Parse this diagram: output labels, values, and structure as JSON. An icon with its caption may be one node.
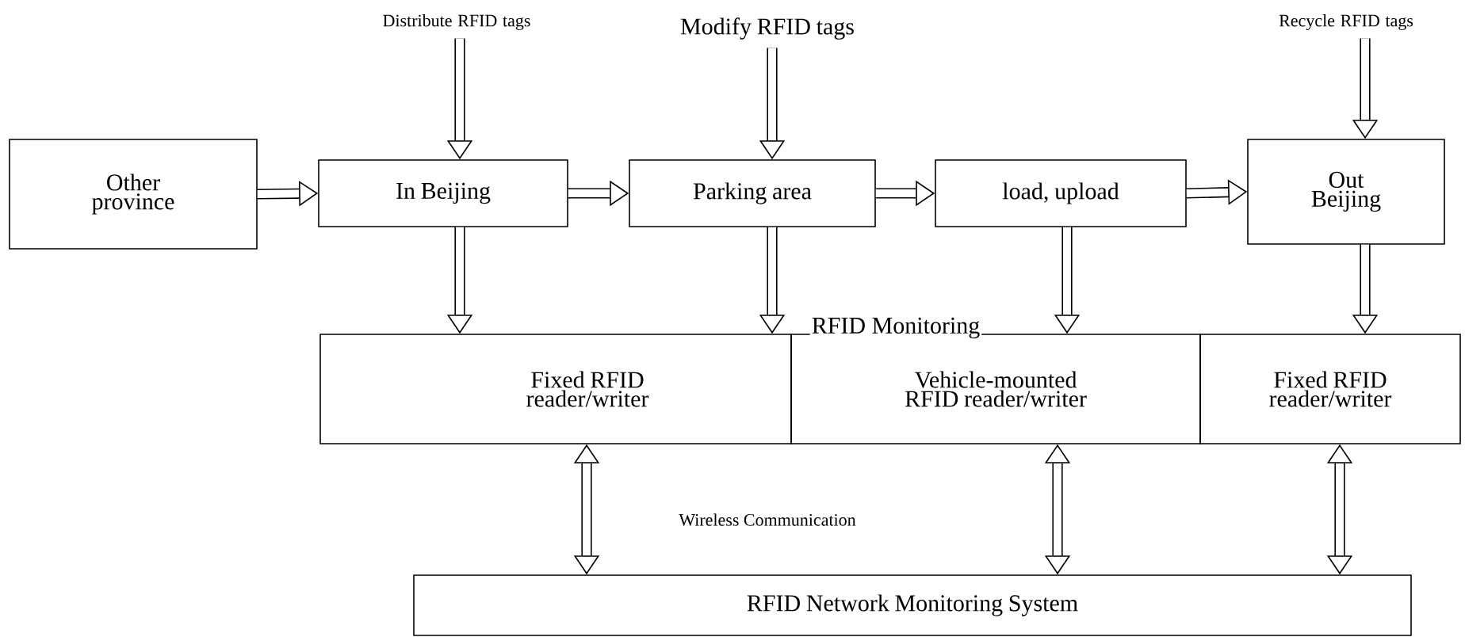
{
  "diagram": {
    "nodes": [
      {
        "text": [
          "Other province"
        ]
      },
      {
        "text": [
          "In Beijing"
        ]
      },
      {
        "text": [
          "Parking area"
        ]
      },
      {
        "text": [
          "load, upload"
        ]
      },
      {
        "text": [
          "Out Beijing"
        ]
      },
      {
        "text": [
          "Distribute RFID tags"
        ]
      },
      {
        "text": [
          "Modify RFID tags"
        ]
      },
      {
        "text": [
          "Recycle RFID tags"
        ]
      },
      {
        "text": [
          "Fixed RFID reader/writer"
        ]
      },
      {
        "text": [
          "Vehicle-mounted RFID reader/writer"
        ]
      },
      {
        "text": [
          "Fixed RFID reader/writer"
        ]
      },
      {
        "text": [
          "RFID Network Monitoring System"
        ]
      }
    ],
    "edges": [
      {
        "from": 0,
        "to": 1,
        "arrow": "to"
      },
      {
        "from": 1,
        "to": 2,
        "arrow": "to"
      },
      {
        "from": 2,
        "to": 3,
        "arrow": "to"
      },
      {
        "from": 3,
        "to": 4,
        "arrow": "to"
      },
      {
        "from": 5,
        "to": 1,
        "arrow": "to"
      },
      {
        "from": 6,
        "to": 2,
        "arrow": "to"
      },
      {
        "from": 7,
        "to": 4,
        "arrow": "to"
      },
      {
        "from": 1,
        "to": 8,
        "arrow": "to"
      },
      {
        "from": 2,
        "to": 8,
        "arrow": "to"
      },
      {
        "from": 3,
        "to": 9,
        "arrow": "to"
      },
      {
        "from": 4,
        "to": 10,
        "arrow": "to"
      },
      {
        "from": 8,
        "to": 11,
        "arrow": "both"
      },
      {
        "from": 9,
        "to": 11,
        "arrow": "both"
      },
      {
        "from": 10,
        "to": 11,
        "arrow": "both"
      }
    ],
    "labels": [
      "RFID Monitoring",
      "Wireless Communication"
    ]
  }
}
